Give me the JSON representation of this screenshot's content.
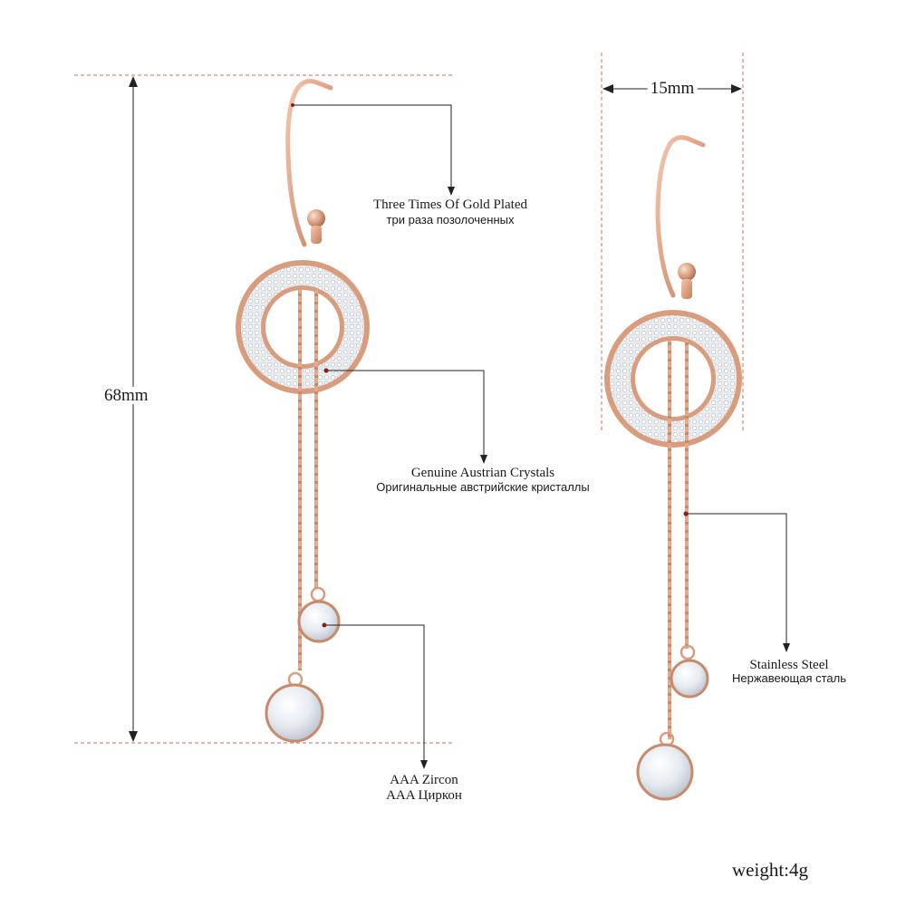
{
  "dimensions": {
    "height": "68mm",
    "width": "15mm"
  },
  "callouts": {
    "plating": {
      "en": "Three Times Of Gold Plated",
      "ru": "три раза позолоченных"
    },
    "crystals": {
      "en": "Genuine Austrian Crystals",
      "ru": "Оригинальные австрийские кристаллы"
    },
    "zircon": {
      "en": "AAA Zircon",
      "ru": "AAA Циркон"
    },
    "steel": {
      "en": "Stainless Steel",
      "ru": "Нержавеющая сталь"
    }
  },
  "weight": "weight:4g",
  "colors": {
    "rose_gold": "#e2a98c",
    "rose_gold_dark": "#c98a6a",
    "dashed_line": "#d46a6a",
    "callout_line": "#222222",
    "crystal": "#eef2f6"
  }
}
